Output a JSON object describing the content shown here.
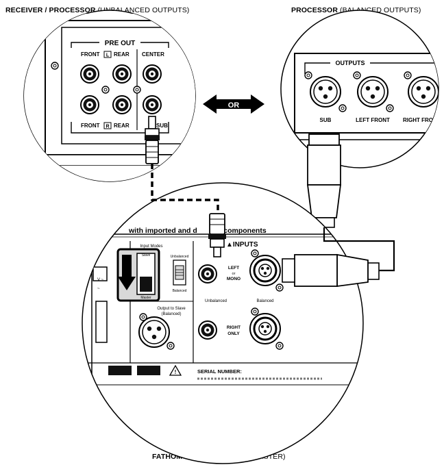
{
  "captions": {
    "receiver_bold": "RECEIVER / PROCESSOR",
    "receiver_normal": "(UNBALANCED OUTPUTS)",
    "processor_bold": "PROCESSOR",
    "processor_normal": "(BALANCED OUTPUTS)",
    "fathom_bold": "FATHOM REAR CONTROLS",
    "fathom_normal": "(MASTER)"
  },
  "receiver_panel": {
    "section_title": "PRE OUT",
    "front_top": "FRONT",
    "l_badge": "L",
    "rear_top": "REAR",
    "center": "CENTER",
    "front_bottom": "FRONT",
    "r_badge": "R",
    "rear_bottom": "REAR",
    "sub": "SUB"
  },
  "or_label": "OR",
  "processor_panel": {
    "section_title": "OUTPUTS",
    "sub": "SUB",
    "left_front": "LEFT FRONT",
    "right_front": "RIGHT FRO"
  },
  "fathom_panel": {
    "header_text": "with imported and d      stic components",
    "inputs_title": "▲INPUTS",
    "input_modes": "Input Modes",
    "slave": "Slave",
    "master": "Master",
    "unbalanced_small": "Unbalanced",
    "balanced_small": "Balanced",
    "left_or_mono_1": "LEFT",
    "left_or_mono_2": "or",
    "left_or_mono_3": "MONO",
    "right_only_1": "RIGHT",
    "right_only_2": "ONLY",
    "unbalanced": "Unbalanced",
    "balanced": "Balanced",
    "output_to_slave_1": "Output to Slave",
    "output_to_slave_2": "(Balanced)",
    "serial_number": "SERIAL NUMBER:"
  },
  "colors": {
    "ink": "#000000",
    "paper": "#ffffff",
    "panel_gray": "#d9d9d9",
    "light_gray": "#eeeeee"
  }
}
